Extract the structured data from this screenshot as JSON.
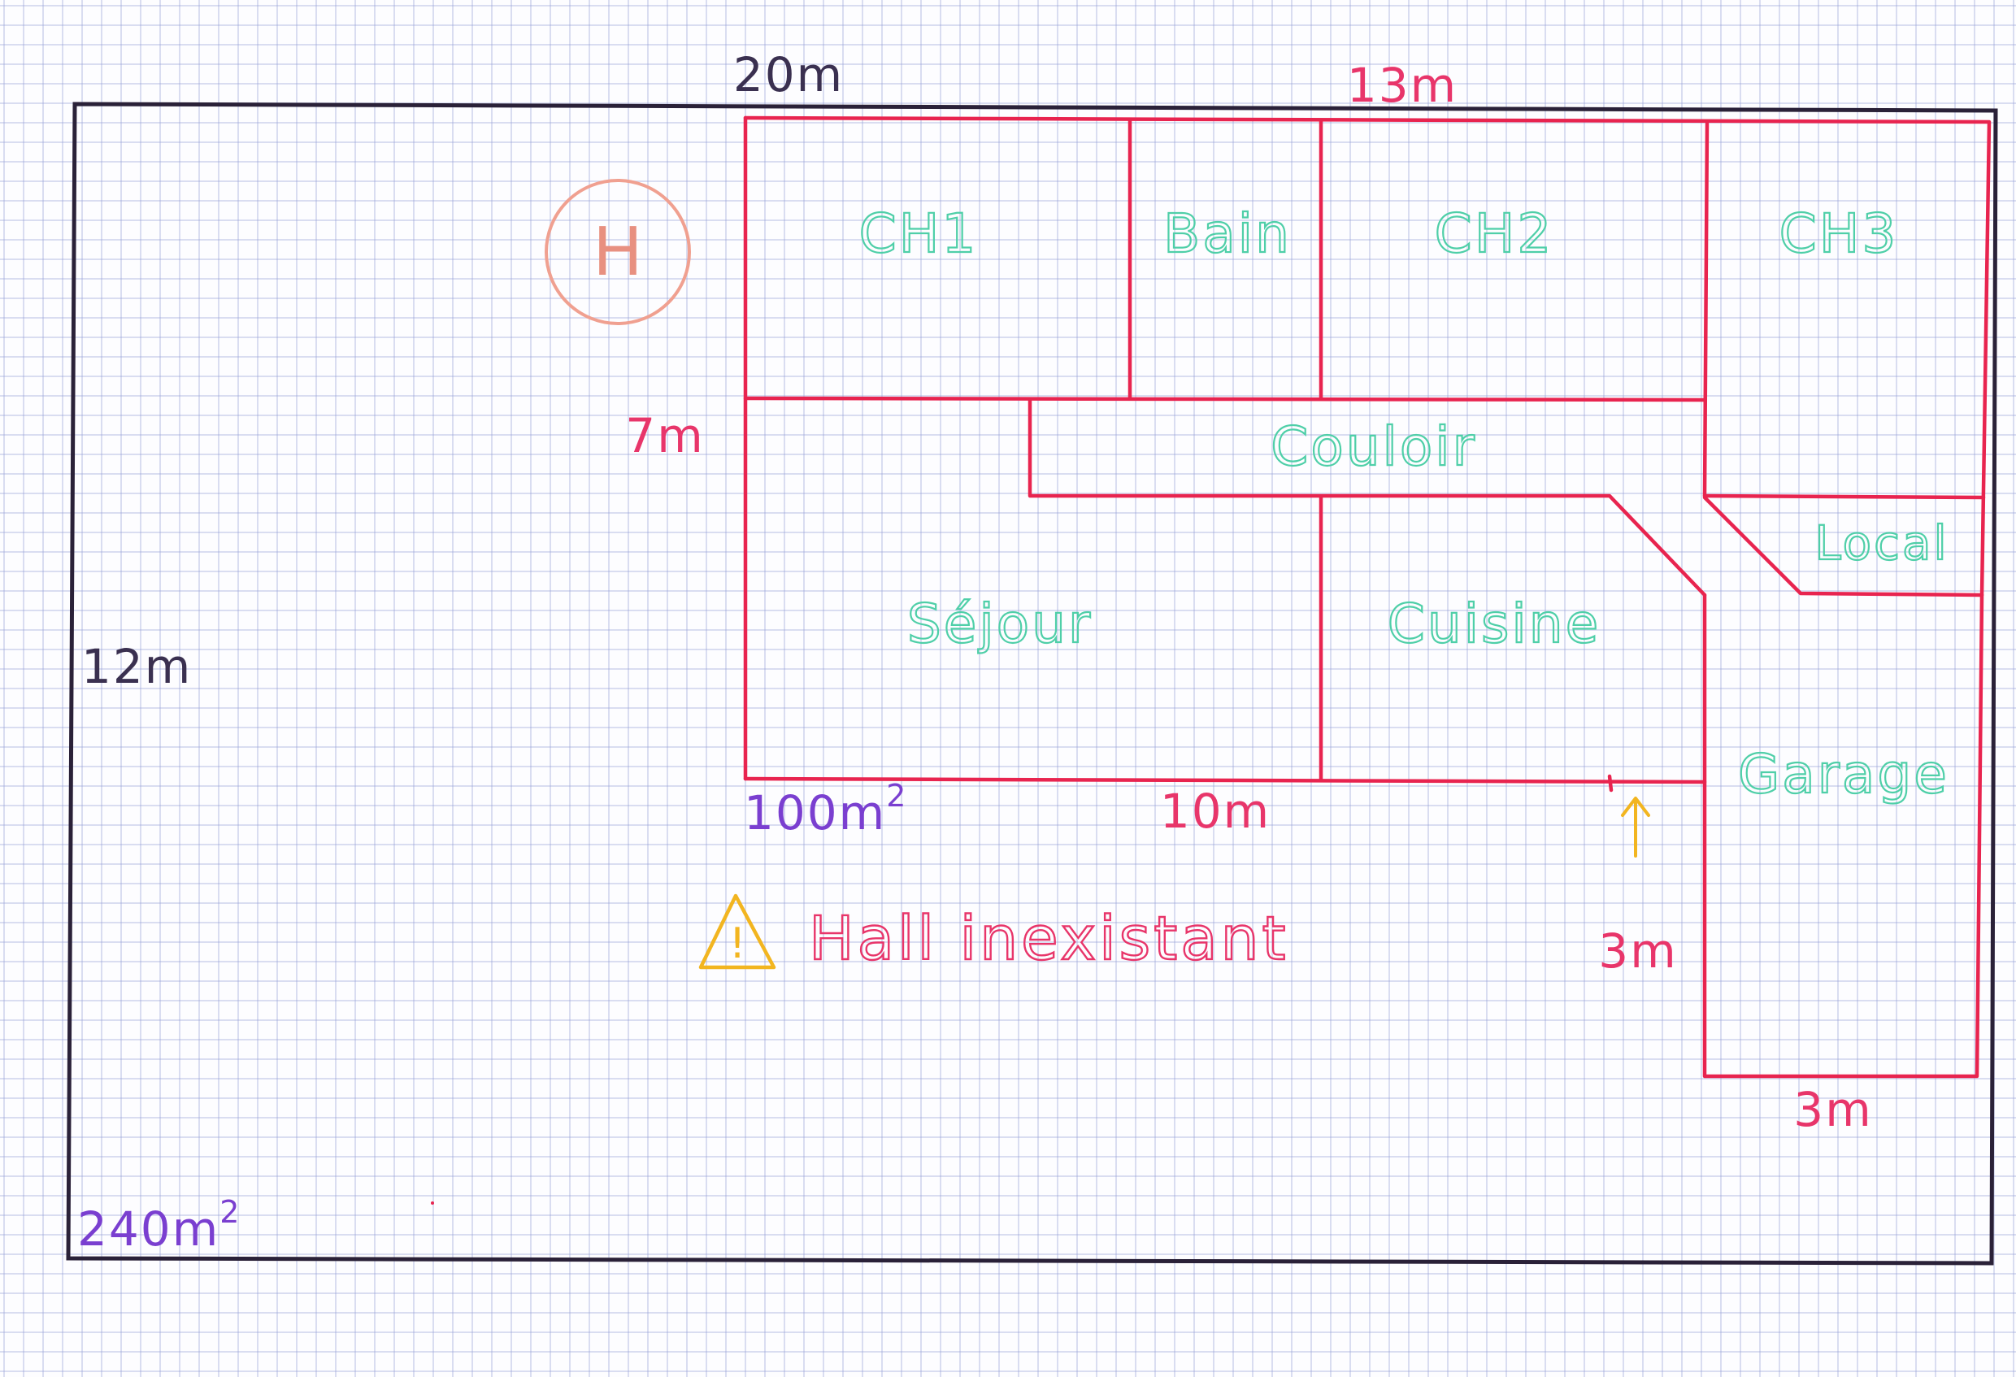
{
  "plot": {
    "area_label": "240m",
    "area_exponent": "2",
    "width_label": "20m",
    "height_label": "12m"
  },
  "house": {
    "width_label": "13m",
    "depth_label": "7m",
    "front_label": "10m",
    "area_label": "100m",
    "area_exponent": "2",
    "garage_width_label": "3m",
    "garage_depth_label": "3m"
  },
  "rooms": [
    {
      "key": "ch1",
      "label": "CH1"
    },
    {
      "key": "bain",
      "label": "Bain"
    },
    {
      "key": "ch2",
      "label": "CH2"
    },
    {
      "key": "ch3",
      "label": "CH3"
    },
    {
      "key": "couloir",
      "label": "Couloir"
    },
    {
      "key": "local",
      "label": "Local"
    },
    {
      "key": "sejour",
      "label": "Séjour"
    },
    {
      "key": "cuisine",
      "label": "Cuisine"
    },
    {
      "key": "garage",
      "label": "Garage"
    }
  ],
  "emblem": {
    "letter": "H"
  },
  "warning": {
    "symbol": "!",
    "text": "Hall inexistant"
  },
  "colors": {
    "plot_outline": "#2a2138",
    "walls": "#e8244f",
    "room_labels": "#4fcfa8",
    "dimensions_pink": "#e8356a",
    "dimensions_purple": "#7a3fd0",
    "warning_icon": "#f2b520",
    "emblem": "#f0a090"
  }
}
